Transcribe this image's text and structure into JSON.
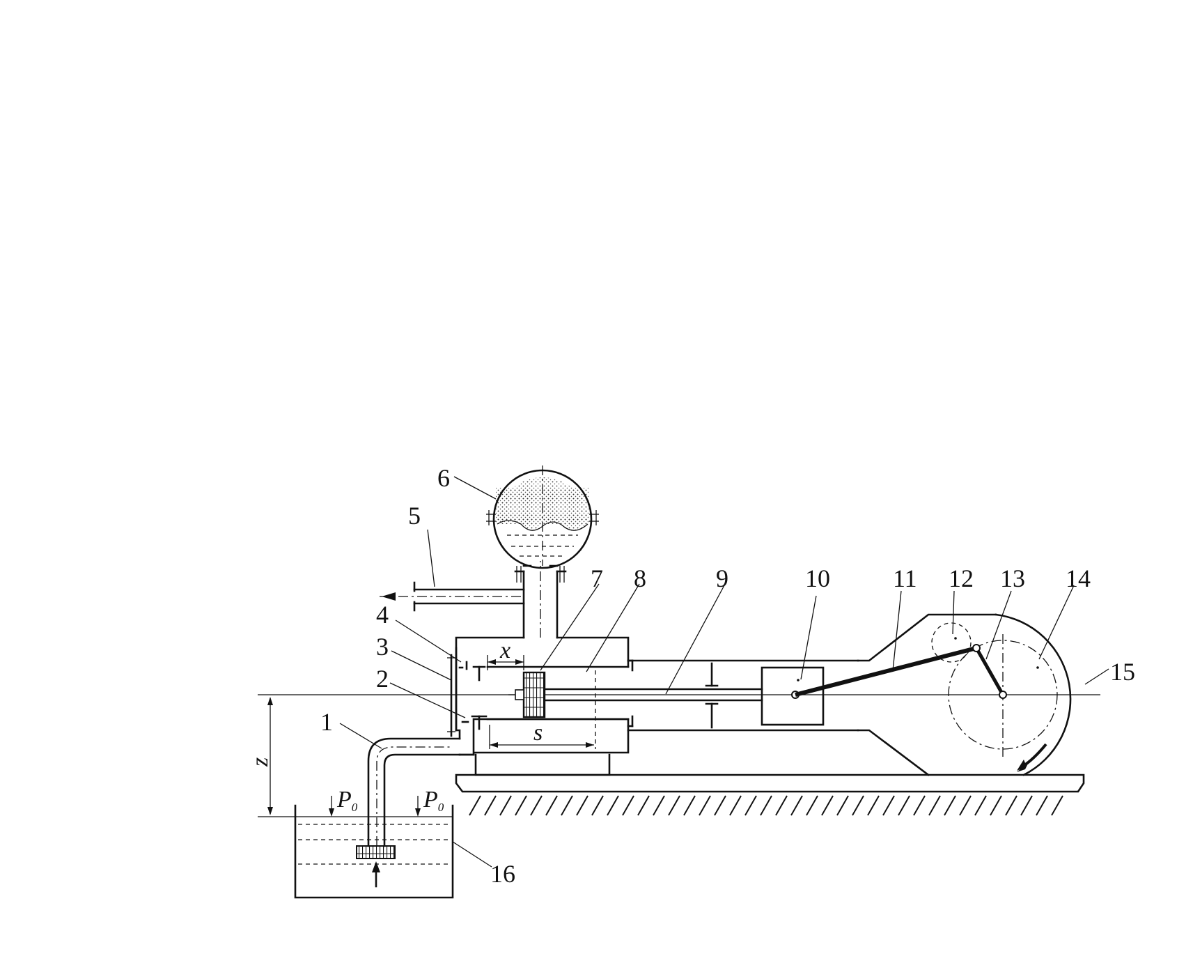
{
  "labels": {
    "l1": "1",
    "l2": "2",
    "l3": "3",
    "l4": "4",
    "l5": "5",
    "l6": "6",
    "l7": "7",
    "l8": "8",
    "l9": "9",
    "l10": "10",
    "l11": "11",
    "l12": "12",
    "l13": "13",
    "l14": "14",
    "l15": "15",
    "l16": "16"
  },
  "symbols": {
    "x": "x",
    "s": "s",
    "z": "z",
    "p0_left": "P",
    "p0_left_sub": "0",
    "p0_right": "P",
    "p0_right_sub": "0"
  },
  "colors": {
    "ink": "#111111",
    "background": "#ffffff"
  }
}
